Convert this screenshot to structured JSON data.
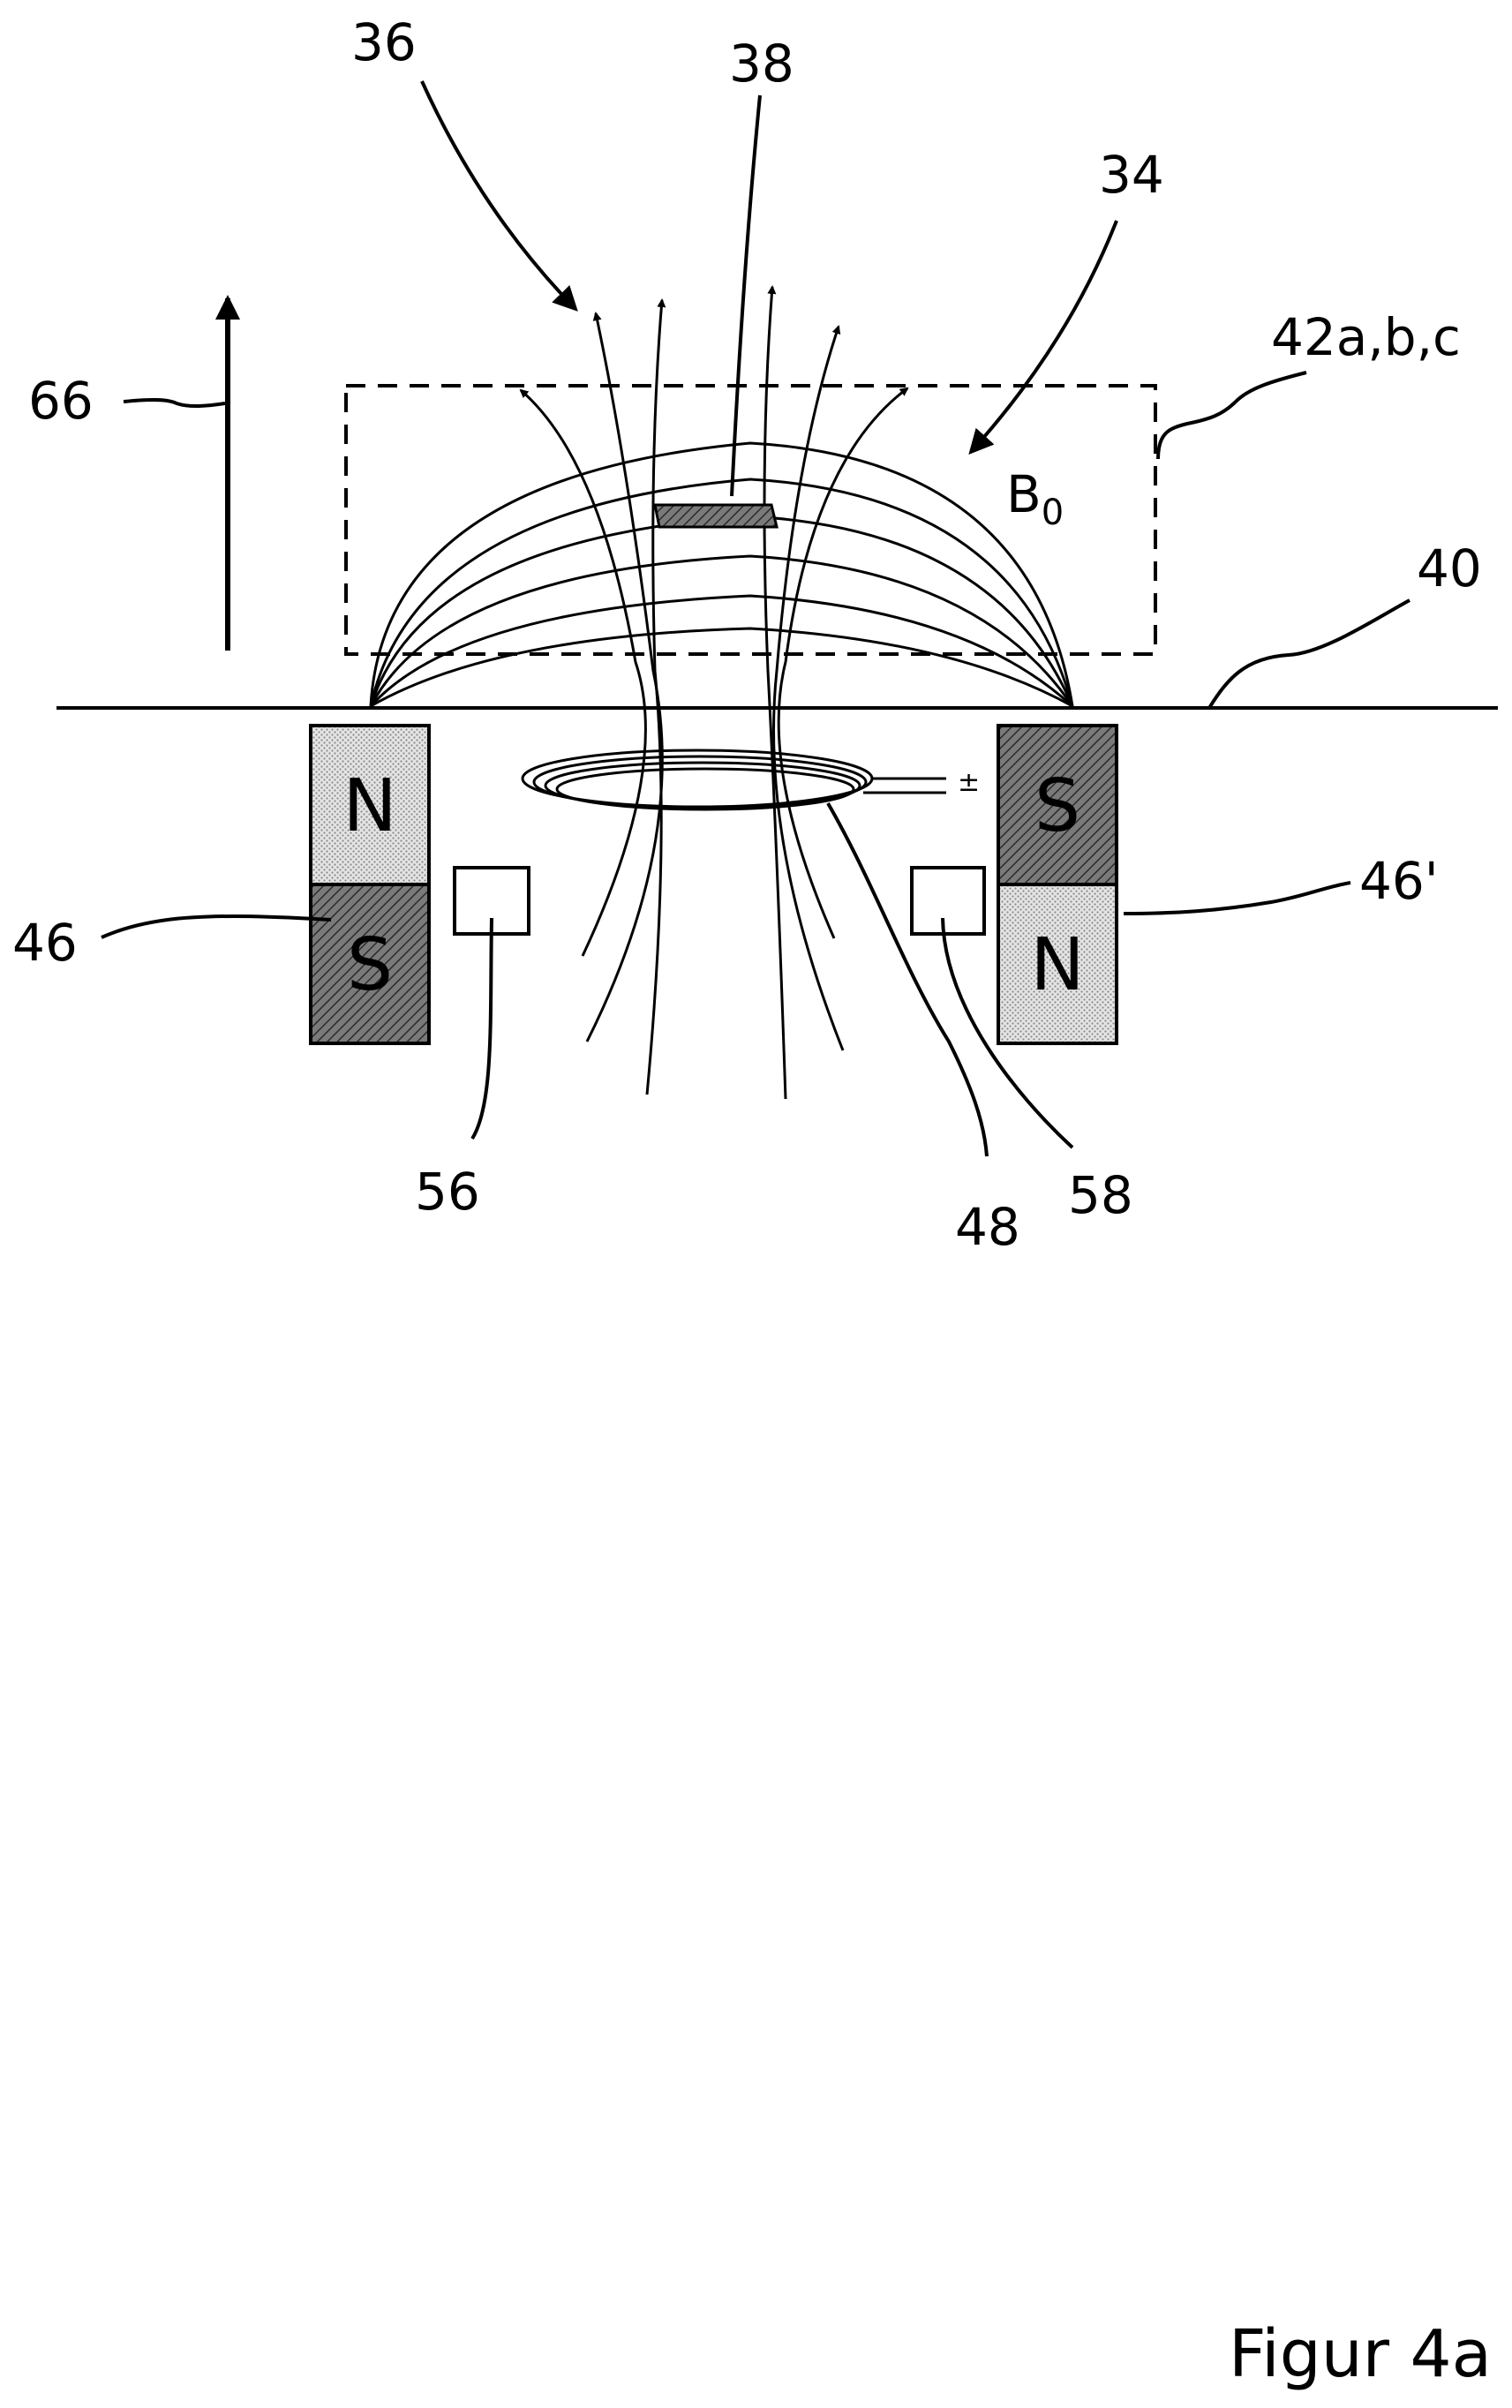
{
  "figure": {
    "caption": "Figur 4a",
    "labels": {
      "l66": "66",
      "l36": "36",
      "l38": "38",
      "l34": "34",
      "l42": "42a,b,c",
      "l40": "40",
      "l46": "46",
      "l46p": "46'",
      "l56": "56",
      "l58": "58",
      "l48": "48"
    },
    "field_symbol": "B",
    "field_subscript": "0",
    "coil_polarity": "±",
    "magnets": {
      "left_top": "N",
      "left_bottom": "S",
      "right_top": "S",
      "right_bottom": "N"
    }
  },
  "colors": {
    "line": "#000000",
    "pole_n_fill": "#d6d6d6",
    "pole_s_fill": "#6e6e6e"
  }
}
